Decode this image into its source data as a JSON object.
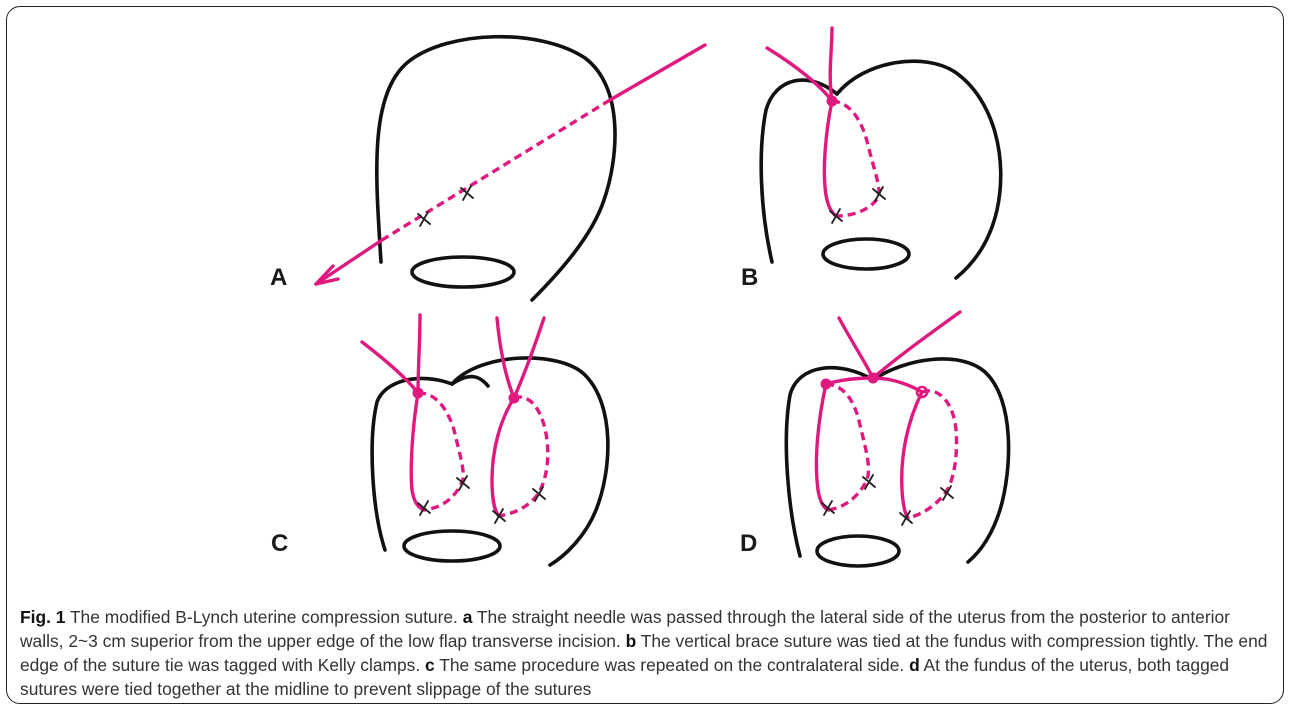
{
  "figure": {
    "panel_labels": {
      "a": "A",
      "b": "B",
      "c": "C",
      "d": "D"
    },
    "colors": {
      "suture": "#e0197f",
      "outline": "#111111"
    },
    "icons": [
      "uterus-outline",
      "transverse-incision",
      "suture-line",
      "needle-arrow",
      "tie-knot",
      "stitch-cross"
    ]
  },
  "caption": {
    "fig_label": "Fig. 1",
    "title": " The modified B-Lynch uterine compression suture. ",
    "a_label": "a",
    "a_text": " The straight needle was passed through the lateral side of the uterus from the posterior to anterior walls, 2~3 cm superior from the upper edge of the low flap transverse incision. ",
    "b_label": "b",
    "b_text": " The vertical brace suture was tied at the fundus with compression tightly. The end edge of the suture tie was tagged with Kelly clamps. ",
    "c_label": "c",
    "c_text": " The same procedure was repeated on the contralateral side. ",
    "d_label": "d",
    "d_text": " At the fundus of the uterus, both tagged sutures were tied together at the midline to prevent slippage of the sutures"
  }
}
